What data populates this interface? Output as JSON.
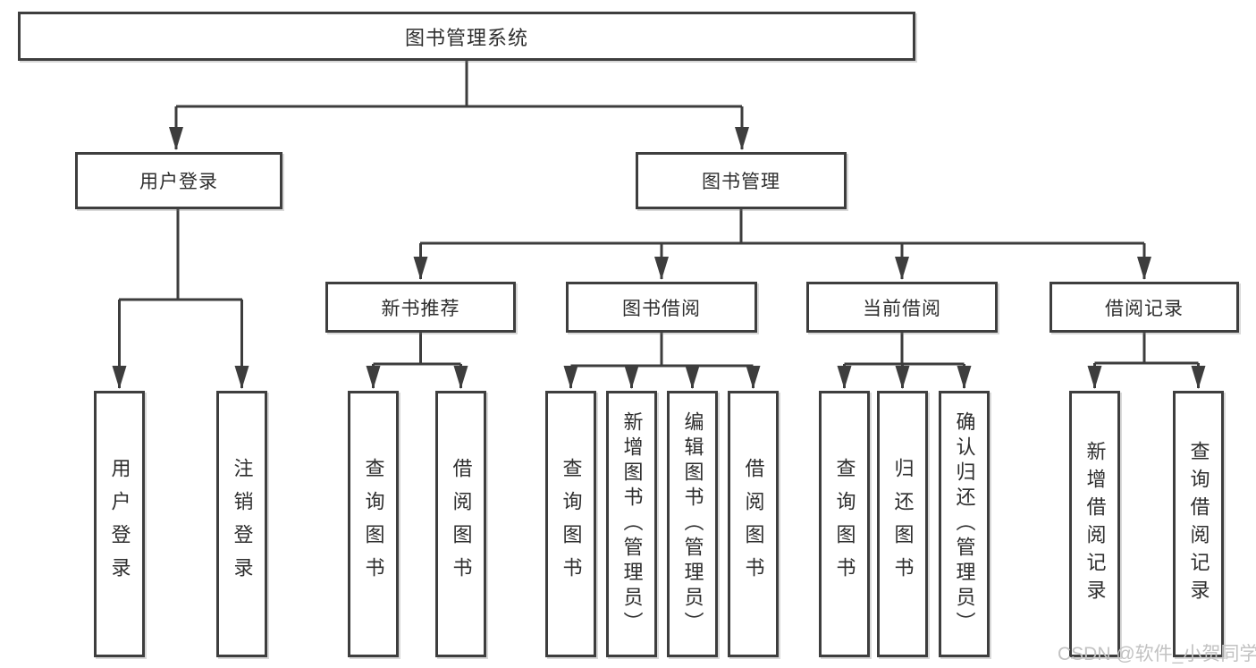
{
  "diagram": {
    "title": "图书管理系统",
    "tree": {
      "root": {
        "label": "图书管理系统"
      },
      "branches": [
        {
          "label": "用户登录",
          "leaves": [
            {
              "label": "用户登录"
            },
            {
              "label": "注销登录"
            }
          ]
        },
        {
          "label": "图书管理",
          "groups": [
            {
              "label": "新书推荐",
              "leaves": [
                {
                  "label": "查询图书"
                },
                {
                  "label": "借阅图书"
                }
              ]
            },
            {
              "label": "图书借阅",
              "leaves": [
                {
                  "label": "查询图书"
                },
                {
                  "label": "新增图书（管理员）"
                },
                {
                  "label": "编辑图书（管理员）"
                },
                {
                  "label": "借阅图书"
                }
              ]
            },
            {
              "label": "当前借阅",
              "leaves": [
                {
                  "label": "查询图书"
                },
                {
                  "label": "归还图书"
                },
                {
                  "label": "确认归还（管理员）"
                }
              ]
            },
            {
              "label": "借阅记录",
              "leaves": [
                {
                  "label": "新增借阅记录"
                },
                {
                  "label": "查询借阅记录"
                }
              ]
            }
          ]
        }
      ]
    },
    "colors": {
      "line": "#3d3d3d",
      "text": "#2e2e2e",
      "watermark": "#c2c2c2"
    }
  },
  "watermark": {
    "text": "CSDN @软件_小贺同学"
  }
}
